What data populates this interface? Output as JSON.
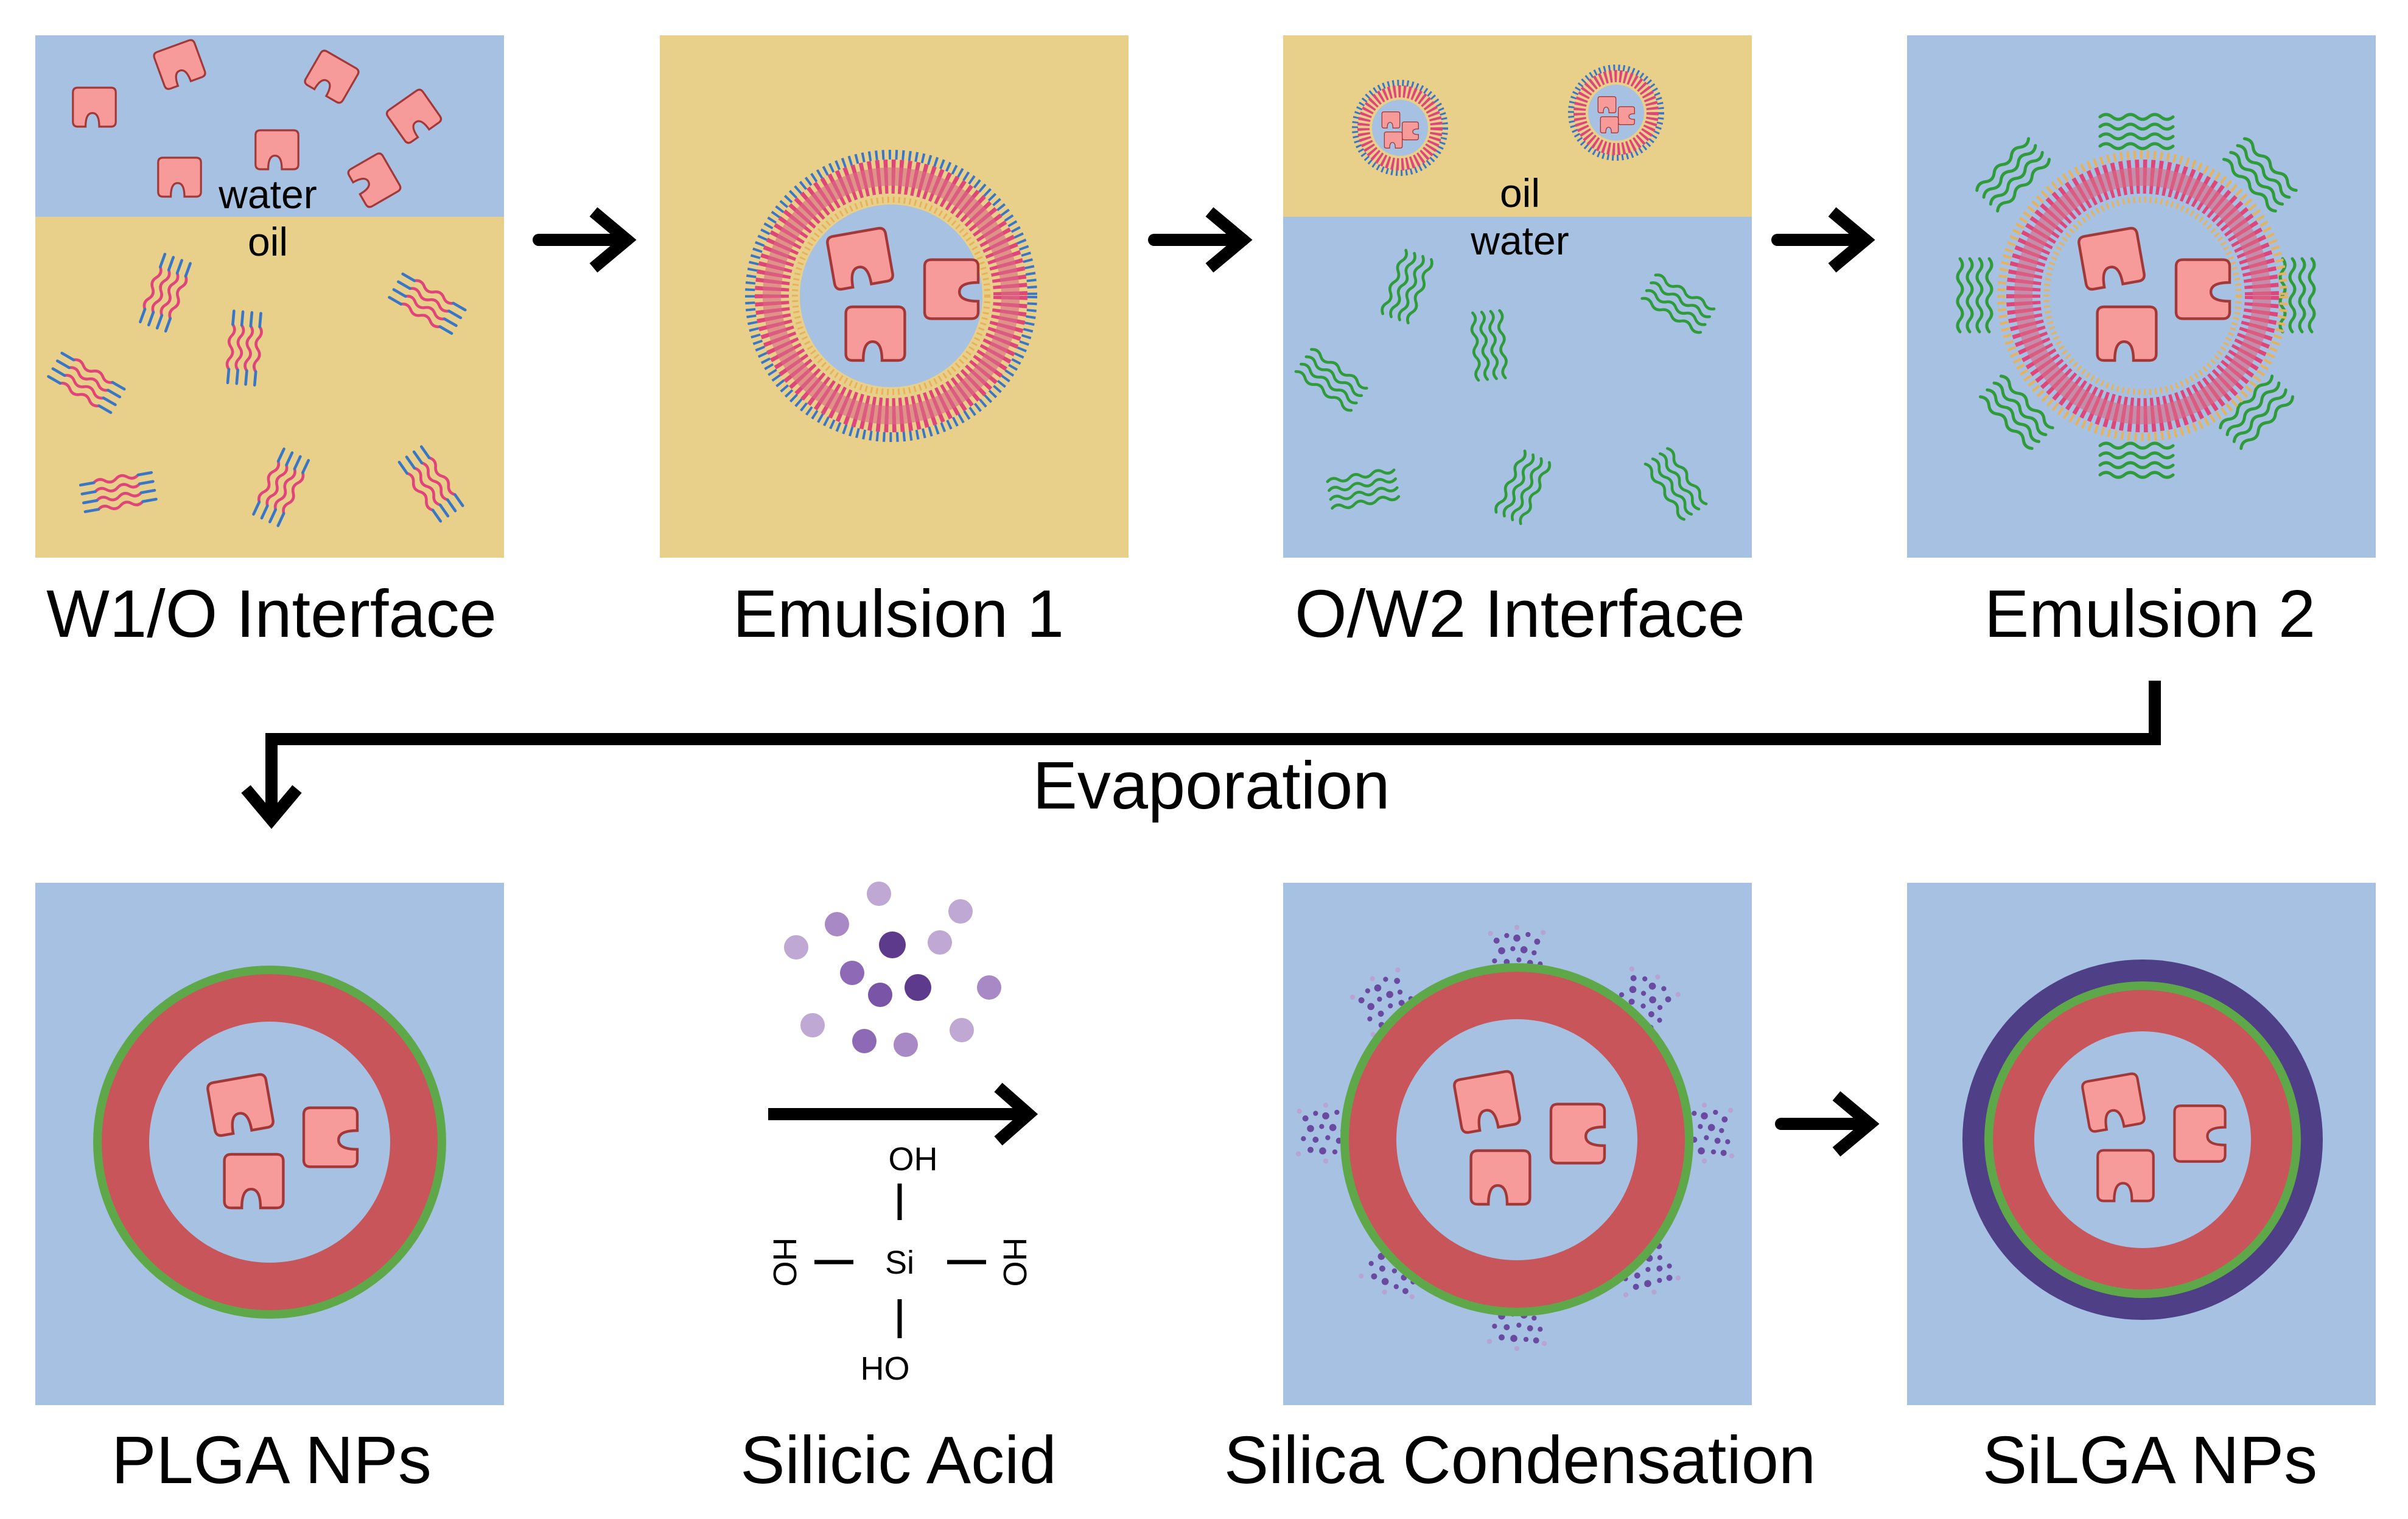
{
  "colors": {
    "water": "#a6c1e1",
    "oil": "#e8d08b",
    "protein": "#f79a9a",
    "protein_stroke": "#a33838",
    "plga": "#c8555a",
    "plga_stroke_pink": "#e0457a",
    "surfactant_tail": "#3a76c6",
    "pva": "#2f9b3a",
    "silica": "#4e3f86",
    "silicic_light": "#bfa8d4",
    "silicic_mid": "#8e6ab6",
    "silicic_dark": "#5e3a8c",
    "arrow": "#000000"
  },
  "panels": {
    "w1o": {
      "caption": "W1/O Interface",
      "top_label": "water",
      "bottom_label": "oil"
    },
    "emulsion1": {
      "caption": "Emulsion 1"
    },
    "ow2": {
      "caption": "O/W2 Interface",
      "top_label": "oil",
      "bottom_label": "water"
    },
    "emulsion2": {
      "caption": "Emulsion 2"
    },
    "plga": {
      "caption": "PLGA NPs"
    },
    "silicic": {
      "caption": "Silicic Acid",
      "atom": "Si",
      "oh_top": "OH",
      "oh_left": "HO",
      "oh_right": "HO",
      "oh_bottom": "HO"
    },
    "condensation": {
      "caption": "Silica Condensation"
    },
    "silga": {
      "caption": "SiLGA NPs"
    }
  },
  "evaporation_label": "Evaporation"
}
